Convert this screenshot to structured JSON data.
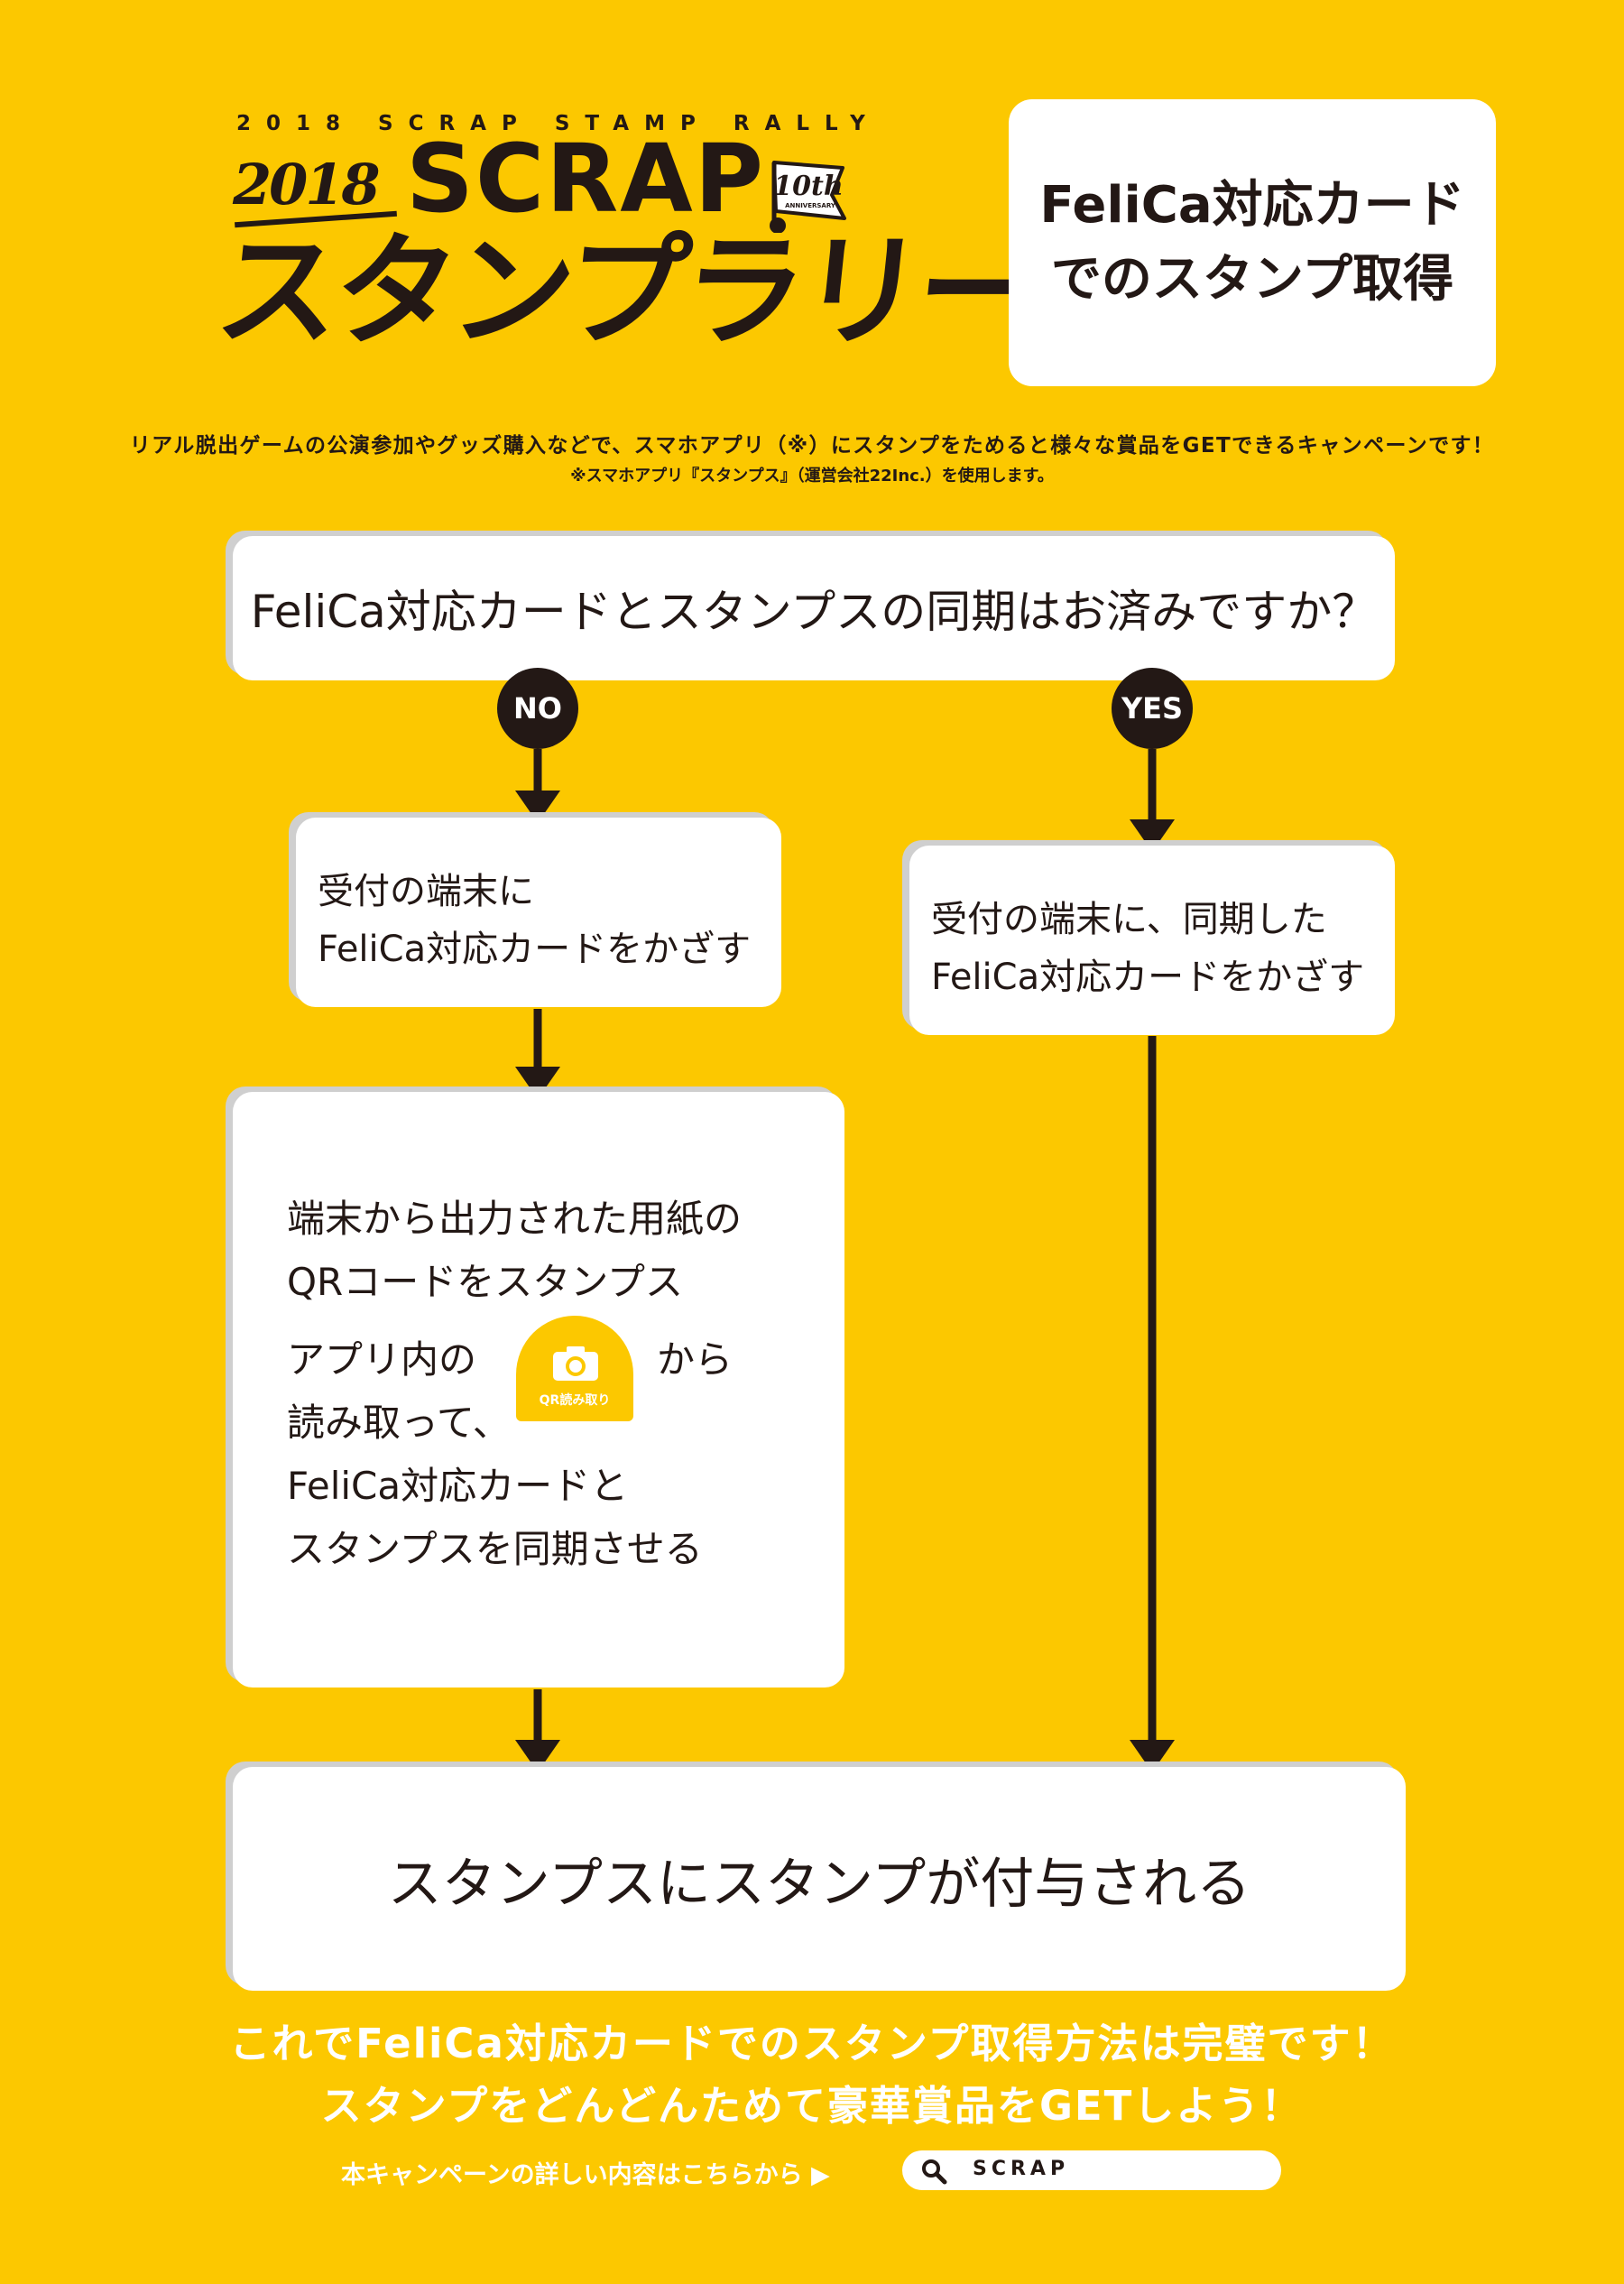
{
  "logo": {
    "top_line": "2018 SCRAP STAMP RALLY",
    "year": "2018",
    "brand": "SCRAP",
    "title": "スタンプラリー",
    "badge": "10th",
    "badge_small": "ANNIVERSARY"
  },
  "title_box": {
    "text": "FeliCa対応カード\nでのスタンプ取得"
  },
  "intro": {
    "line1": "リアル脱出ゲームの公演参加やグッズ購入などで、スマホアプリ（※）にスタンプをためると様々な賞品をGETできるキャンペーンです！",
    "line2": "※スマホアプリ『スタンプス』（運営会社22Inc.）を使用します。"
  },
  "flow": {
    "question": "FeliCa対応カードとスタンプスの同期はお済みですか？",
    "no_label": "NO",
    "yes_label": "YES",
    "no_step1": "受付の端末に\nFeliCa対応カードをかざす",
    "yes_step1": "受付の端末に、同期した\nFeliCa対応カードをかざす",
    "no_step2": {
      "para1": "端末から出力された用紙の\nQRコードをスタンプス",
      "para2_before": "アプリ内の",
      "button_label": "QR読み取り",
      "para2_after": "から",
      "para3": "読み取って、\nFeliCa対応カードと\nスタンプスを同期させる"
    },
    "final": "スタンプスにスタンプが付与される"
  },
  "closing": {
    "line1": "これでFeliCa対応カードでのスタンプ取得方法は完璧です！",
    "line2": "スタンプをどんどんためて豪華賞品をGETしよう！"
  },
  "footer": {
    "detail_text": "本キャンペーンの詳しい内容はこちらから ▶",
    "search_text": "SCRAP"
  },
  "colors": {
    "background": "#fcc800",
    "ink": "#231815",
    "box": "#ffffff",
    "shadow": "#cfcfcf"
  }
}
